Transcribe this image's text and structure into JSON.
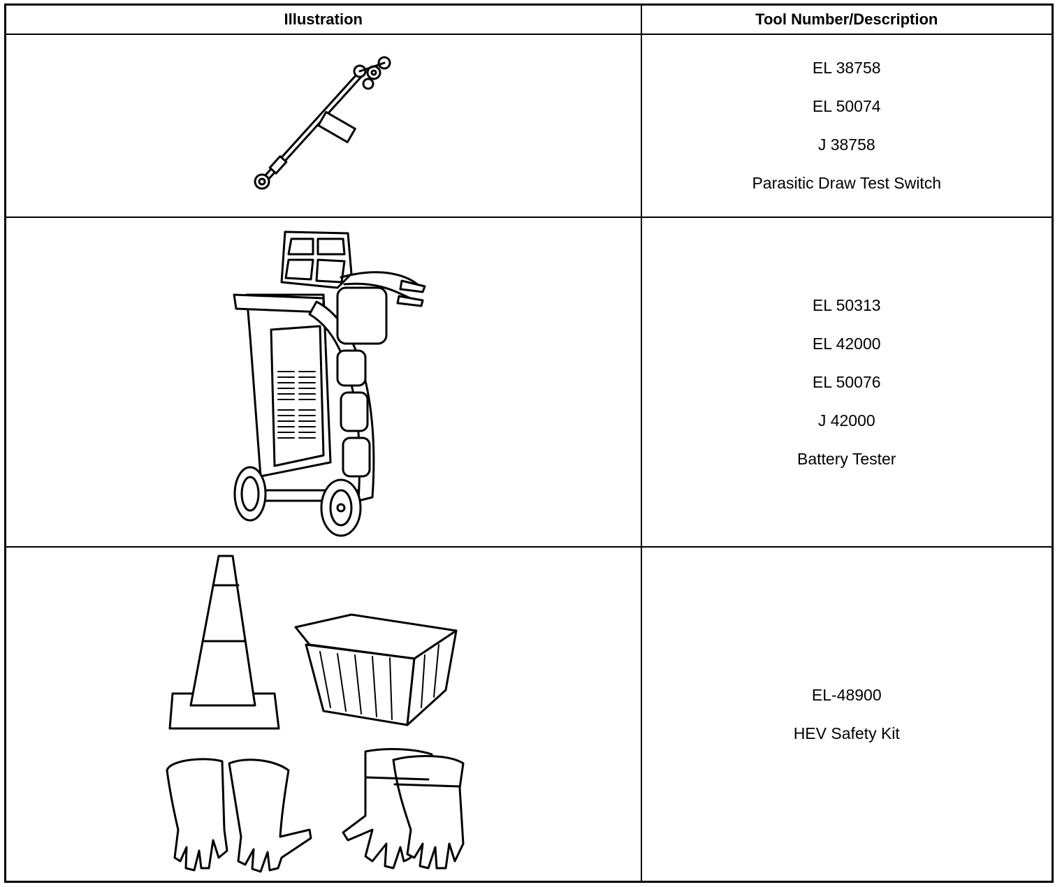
{
  "table": {
    "headers": {
      "illustration": "Illustration",
      "tool": "Tool Number/Description"
    },
    "rows": [
      {
        "illustration_icon": "parasitic-draw-test-switch",
        "lines": [
          "EL 38758",
          "EL 50074",
          "J 38758",
          "Parasitic Draw Test Switch"
        ]
      },
      {
        "illustration_icon": "battery-tester-cart",
        "lines": [
          "EL 50313",
          "EL 42000",
          "EL 50076",
          "J 42000",
          "Battery Tester"
        ]
      },
      {
        "illustration_icon": "hev-safety-kit",
        "lines": [
          "EL-48900",
          "HEV Safety Kit"
        ]
      }
    ]
  }
}
